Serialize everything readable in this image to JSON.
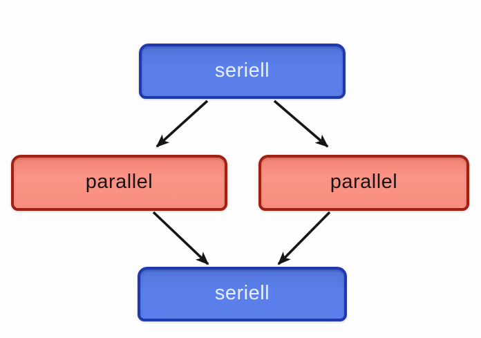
{
  "diagram": {
    "background_color": "#fdfdfd",
    "arrow_color": "#151515",
    "nodes": [
      {
        "id": "seriell-top",
        "label": "seriell",
        "fill": "#597fe8",
        "border": "#1d39ad",
        "text_color": "#e9effc"
      },
      {
        "id": "parallel-left",
        "label": "parallel",
        "fill": "#f9907f",
        "border": "#a02013",
        "text_color": "#191414"
      },
      {
        "id": "parallel-right",
        "label": "parallel",
        "fill": "#f9907f",
        "border": "#a02013",
        "text_color": "#191414"
      },
      {
        "id": "seriell-bottom",
        "label": "seriell",
        "fill": "#597fe8",
        "border": "#1d39ad",
        "text_color": "#e9effc"
      }
    ],
    "edges": [
      {
        "from": "seriell-top",
        "to": "parallel-left"
      },
      {
        "from": "seriell-top",
        "to": "parallel-right"
      },
      {
        "from": "parallel-left",
        "to": "seriell-bottom"
      },
      {
        "from": "parallel-right",
        "to": "seriell-bottom"
      }
    ]
  }
}
